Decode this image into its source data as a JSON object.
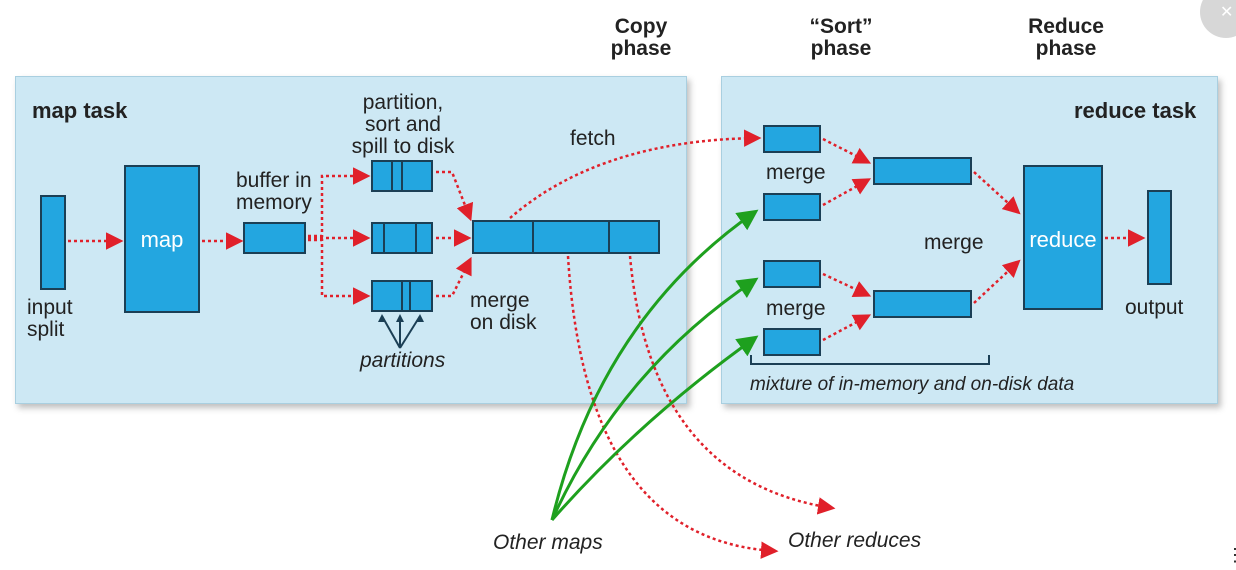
{
  "phases": {
    "copy": [
      "Copy",
      "phase"
    ],
    "sort": [
      "“Sort”",
      "phase"
    ],
    "reduce": [
      "Reduce",
      "phase"
    ]
  },
  "map_task": {
    "title": "map task",
    "input_split": [
      "input",
      "split"
    ],
    "map_label": "map",
    "buffer": [
      "buffer in",
      "memory"
    ],
    "partition_sort": [
      "partition,",
      "sort and",
      "spill to disk"
    ],
    "partitions": "partitions",
    "fetch": "fetch",
    "merge_on_disk": [
      "merge",
      "on disk"
    ]
  },
  "reduce_task": {
    "title": "reduce task",
    "merge_top": "merge",
    "merge_middle": "merge",
    "merge_bottom": "merge",
    "reduce_label": "reduce",
    "output": "output",
    "mixture": "mixture of in-memory and on-disk data"
  },
  "external": {
    "other_maps": "Other maps",
    "other_reduces": "Other reduces"
  },
  "colors": {
    "panel": "#cde8f4",
    "block": "#23a6e0",
    "block_border": "#1b3f55",
    "red_arrow": "#e0202a",
    "green_arrow": "#1ea01e"
  }
}
